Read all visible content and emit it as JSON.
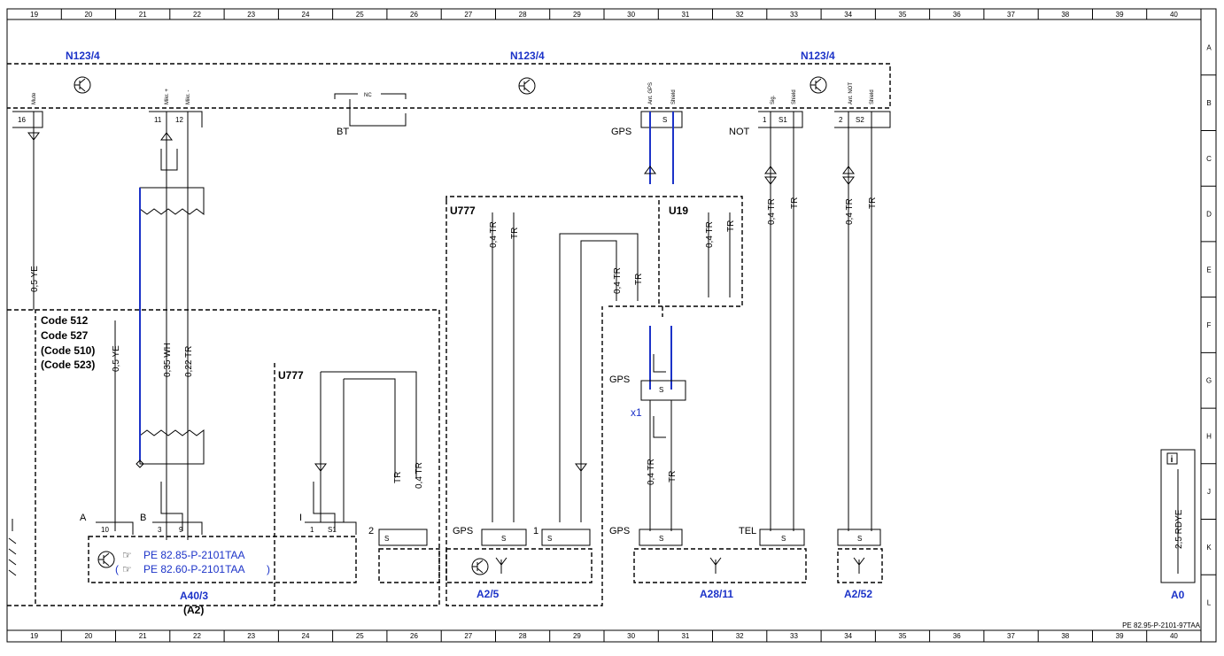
{
  "grid": {
    "columns": [
      "19",
      "20",
      "21",
      "22",
      "23",
      "24",
      "25",
      "26",
      "27",
      "28",
      "29",
      "30",
      "31",
      "32",
      "33",
      "34",
      "35",
      "36",
      "37",
      "38",
      "39",
      "40"
    ],
    "rows": [
      "A",
      "B",
      "C",
      "D",
      "E",
      "F",
      "G",
      "H",
      "J",
      "K",
      "L"
    ]
  },
  "components": {
    "n123_4": "N123/4",
    "a40_3": "A40/3",
    "a40_3_sub": "(A2)",
    "a2_5": "A2/5",
    "a28_11": "A28/11",
    "a2_52": "A2/52",
    "a0": "A0"
  },
  "connectors": {
    "mute": "Mute",
    "mikr_plus": "Mikr. +",
    "mikr_minus": "Mikr. -",
    "nc": "NC",
    "ant_gps": "Ant. GPS",
    "shield": "Shield",
    "sig": "Sig.",
    "ant_not": "Ant. NOT"
  },
  "labels": {
    "bt": "BT",
    "gps": "GPS",
    "not": "NOT",
    "tel": "TEL",
    "u777": "U777",
    "u19": "U19",
    "x1": "x1",
    "s": "S",
    "s1": "S1",
    "s2": "S2",
    "a": "A",
    "b": "B",
    "i": "I"
  },
  "pins": {
    "p16": "16",
    "p11": "11",
    "p12": "12",
    "p1": "1",
    "p2": "2",
    "p10": "10",
    "p3": "3",
    "p9": "9"
  },
  "codes": [
    "Code 512",
    "Code 527",
    "(Code 510)",
    "(Code 523)"
  ],
  "wires": {
    "w05ye": "0,5 YE",
    "w035wh": "0,35 WH",
    "w022tr": "0,22 TR",
    "w04tr": "0,4 TR",
    "tr": "TR",
    "w25rdye": "2,5 RDYE"
  },
  "refs": {
    "ref1": "PE 82.85-P-2101TAA",
    "ref2": "PE 82.60-P-2101TAA",
    "ref2_open": "(",
    "ref2_close": ")"
  },
  "info_icon": "i",
  "footer": "PE 82.95-P-2101-97TAA"
}
